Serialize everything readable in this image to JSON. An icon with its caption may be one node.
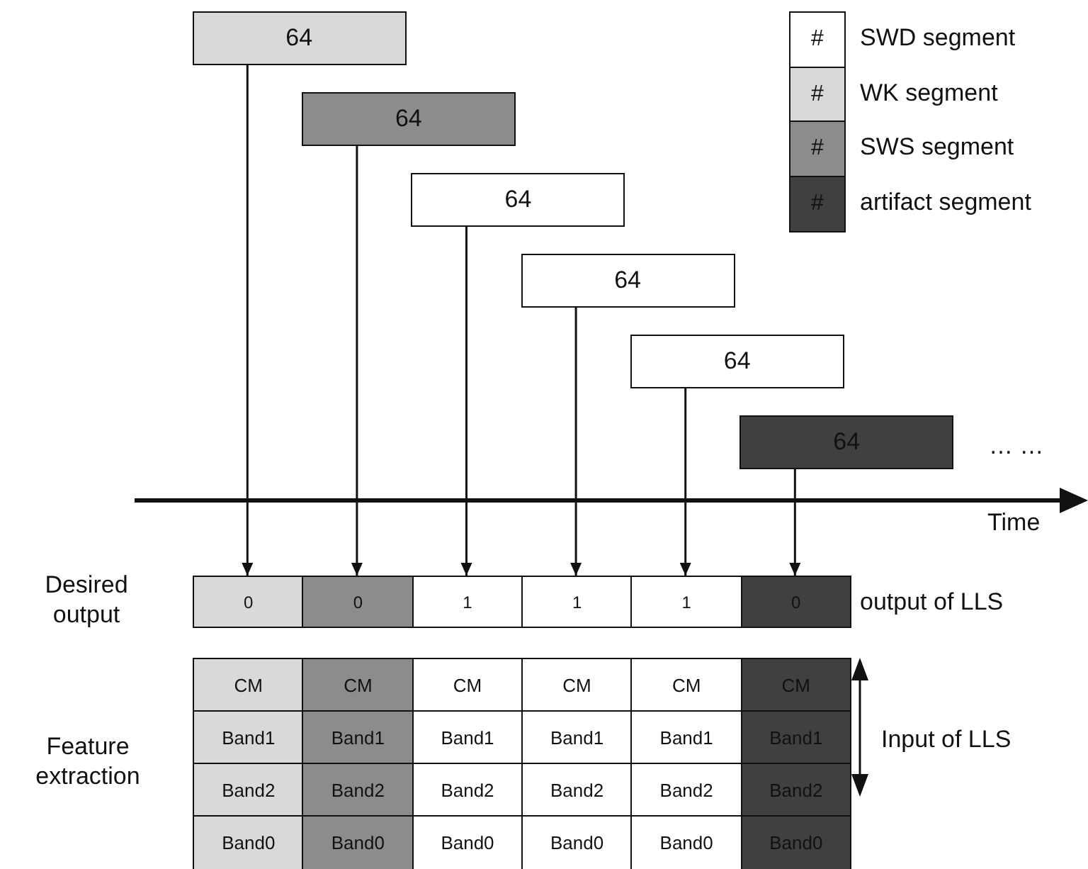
{
  "diagram": {
    "nodes": [
      {
        "text": [
          "64"
        ]
      },
      {
        "text": [
          "64"
        ]
      },
      {
        "text": [
          "64"
        ]
      },
      {
        "text": [
          "64"
        ]
      },
      {
        "text": [
          "64"
        ]
      },
      {
        "text": [
          "64"
        ]
      },
      {
        "text": [
          "0"
        ]
      },
      {
        "text": [
          "0"
        ]
      },
      {
        "text": [
          "1"
        ]
      },
      {
        "text": [
          "1"
        ]
      },
      {
        "text": [
          "1"
        ]
      },
      {
        "text": [
          "0"
        ]
      }
    ],
    "edges": [
      {
        "from": 0,
        "to": 6,
        "arrow": "to"
      },
      {
        "from": 1,
        "to": 7,
        "arrow": "to"
      },
      {
        "from": 2,
        "to": 8,
        "arrow": "to"
      },
      {
        "from": 3,
        "to": 9,
        "arrow": "to"
      },
      {
        "from": 4,
        "to": 10,
        "arrow": "to"
      },
      {
        "from": 5,
        "to": 11,
        "arrow": "to"
      }
    ],
    "labels": [
      "#",
      "#",
      "#",
      "#",
      "… …",
      "Time",
      "Desired output",
      "output of LLS",
      "CM",
      "CM",
      "CM",
      "CM",
      "CM",
      "CM",
      "Band1",
      "Band1",
      "Band1",
      "Band1",
      "Band1",
      "Band1",
      "Band2",
      "Band2",
      "Band2",
      "Band2",
      "Band2",
      "Band2",
      "Band0",
      "Band0",
      "Band0",
      "Band0",
      "Band0",
      "Band0",
      "Feature extraction",
      "Input of LLS"
    ],
    "legend": [
      {
        "text": "SWD segment",
        "color": "#ffffff"
      },
      {
        "text": "WK segment",
        "color": "#d9d9d9"
      },
      {
        "text": "SWS segment",
        "color": "#8c8c8c"
      },
      {
        "text": "artifact segment",
        "color": "#404040"
      }
    ]
  }
}
